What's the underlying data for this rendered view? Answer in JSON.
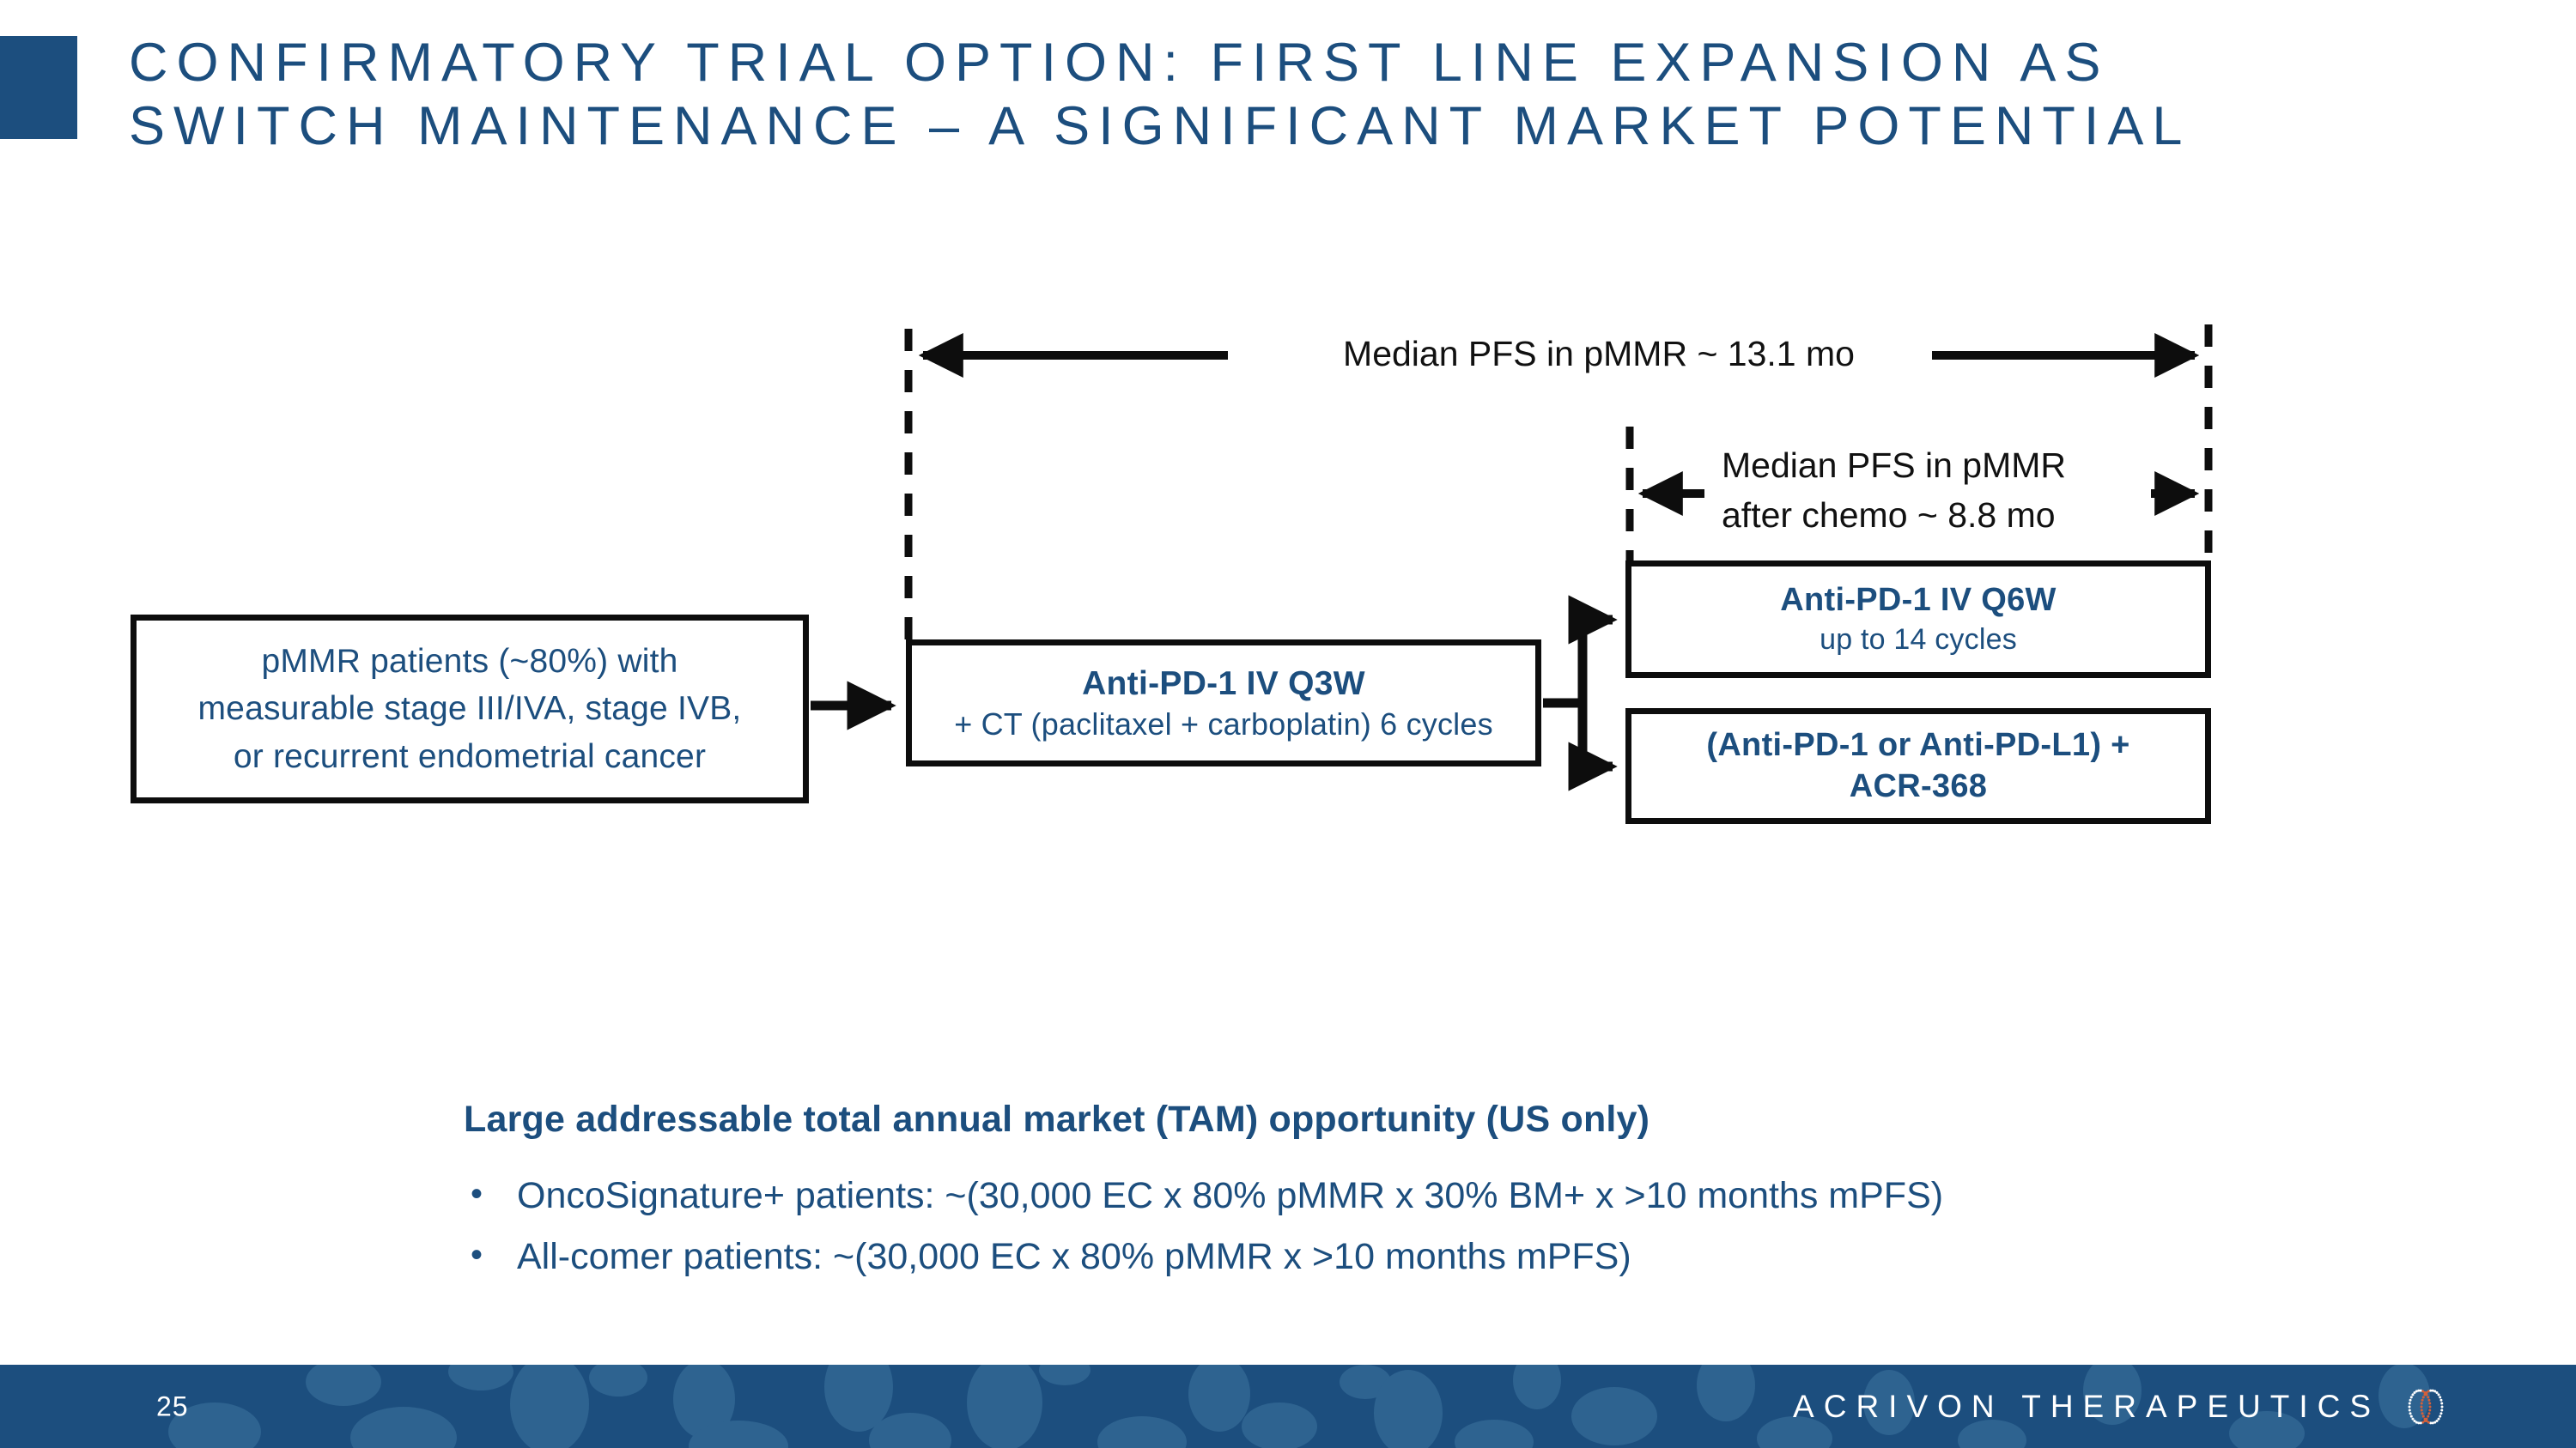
{
  "slide": {
    "page_number": "25",
    "title": "CONFIRMATORY TRIAL OPTION: FIRST LINE EXPANSION AS\nSWITCH MAINTENANCE – A SIGNIFICANT MARKET POTENTIAL",
    "accent_color": "#1C4E7E",
    "text_blue": "#1C4E7E",
    "line_black": "#0d0d0d",
    "footer_color": "#1C4E7E",
    "logo_accent": "#D4603A"
  },
  "diagram": {
    "boxes": {
      "population": {
        "line1": "pMMR patients (~80%) with",
        "line2": "measurable stage III/IVA, stage IVB,",
        "line3": "or recurrent endometrial cancer"
      },
      "induction": {
        "line1": "Anti-PD-1 IV Q3W",
        "line2": "+ CT (paclitaxel + carboplatin) 6 cycles"
      },
      "maintenance": {
        "line1": "Anti-PD-1 IV Q6W",
        "line2": "up to 14 cycles"
      },
      "combo": {
        "line1": "(Anti-PD-1 or Anti-PD-L1) +",
        "line2": "ACR-368"
      }
    },
    "annotations": {
      "pfs_total": "Median PFS in pMMR ~ 13.1 mo",
      "pfs_after_chemo": "Median PFS in pMMR\nafter chemo ~ 8.8 mo"
    }
  },
  "market": {
    "heading": "Large addressable total annual market (TAM) opportunity (US only)",
    "bullet_marker": "•",
    "bullets": [
      "OncoSignature+ patients: ~(30,000 EC x 80% pMMR x 30% BM+ x >10 months mPFS)",
      "All-comer patients: ~(30,000 EC x 80% pMMR x >10 months mPFS)"
    ]
  },
  "footer": {
    "brand": "ACRIVON THERAPEUTICS"
  }
}
